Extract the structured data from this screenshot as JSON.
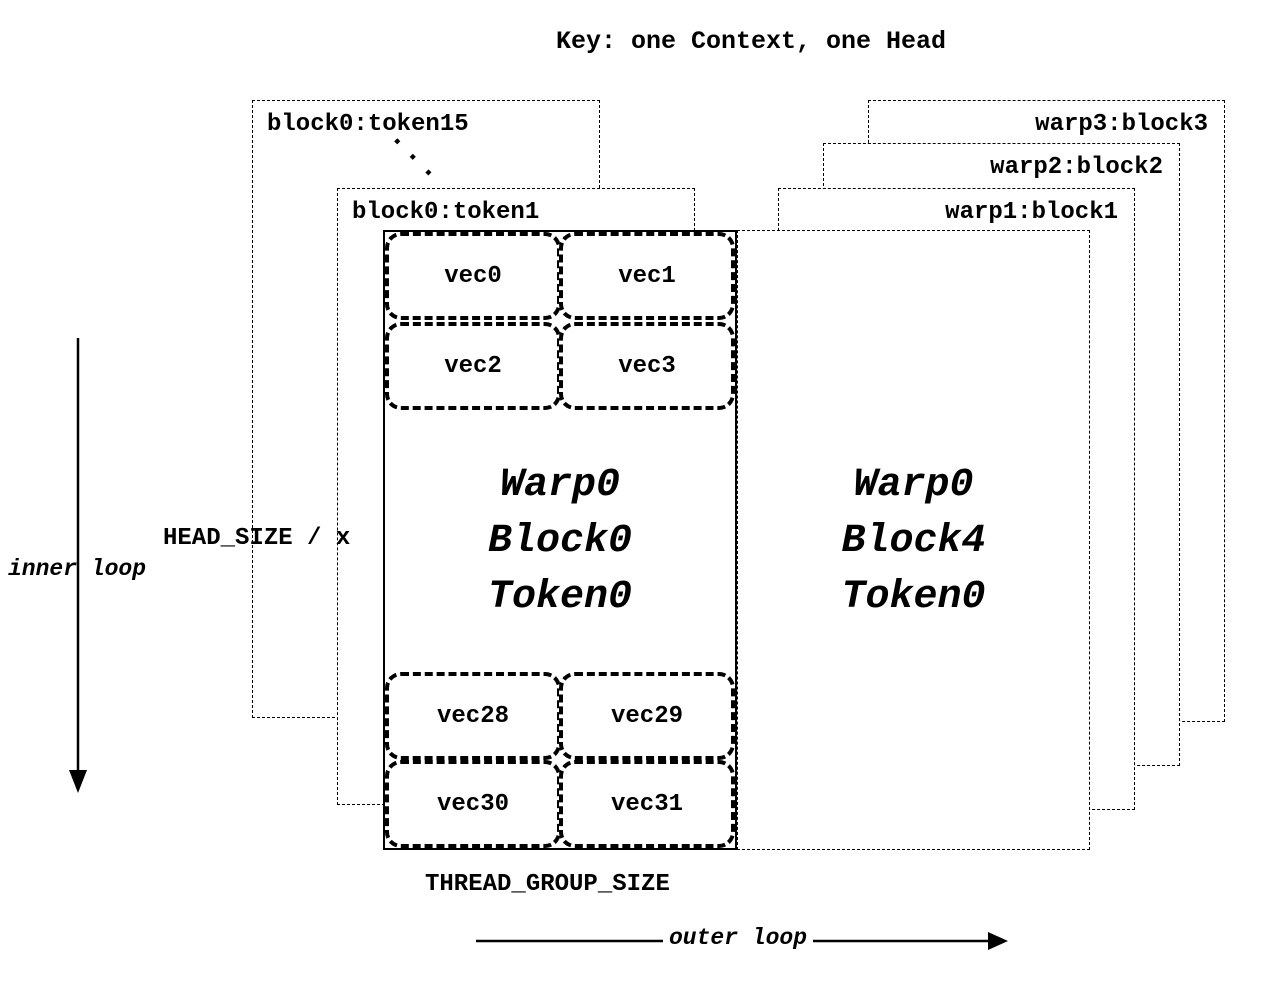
{
  "title": "Key: one Context, one Head",
  "left_stack": {
    "back_card_label": "block0:token15",
    "ellipsis": "···",
    "mid_card_label": "block0:token1",
    "front_card": {
      "lines": [
        "Warp0",
        "Block0",
        "Token0"
      ],
      "top_vecs": [
        "vec0",
        "vec1",
        "vec2",
        "vec3"
      ],
      "bottom_vecs": [
        "vec28",
        "vec29",
        "vec30",
        "vec31"
      ]
    }
  },
  "right_stack": {
    "cards": [
      {
        "label": "warp3:block3"
      },
      {
        "label": "warp2:block2"
      },
      {
        "label": "warp1:block1"
      }
    ],
    "front_card": {
      "lines": [
        "Warp0",
        "Block4",
        "Token0"
      ]
    }
  },
  "annotations": {
    "head_size": "HEAD_SIZE / x",
    "inner_loop": "inner loop",
    "thread_group_size": "THREAD_GROUP_SIZE",
    "outer_loop": "outer loop"
  },
  "colors": {
    "ink": "#000000",
    "background": "#ffffff"
  }
}
